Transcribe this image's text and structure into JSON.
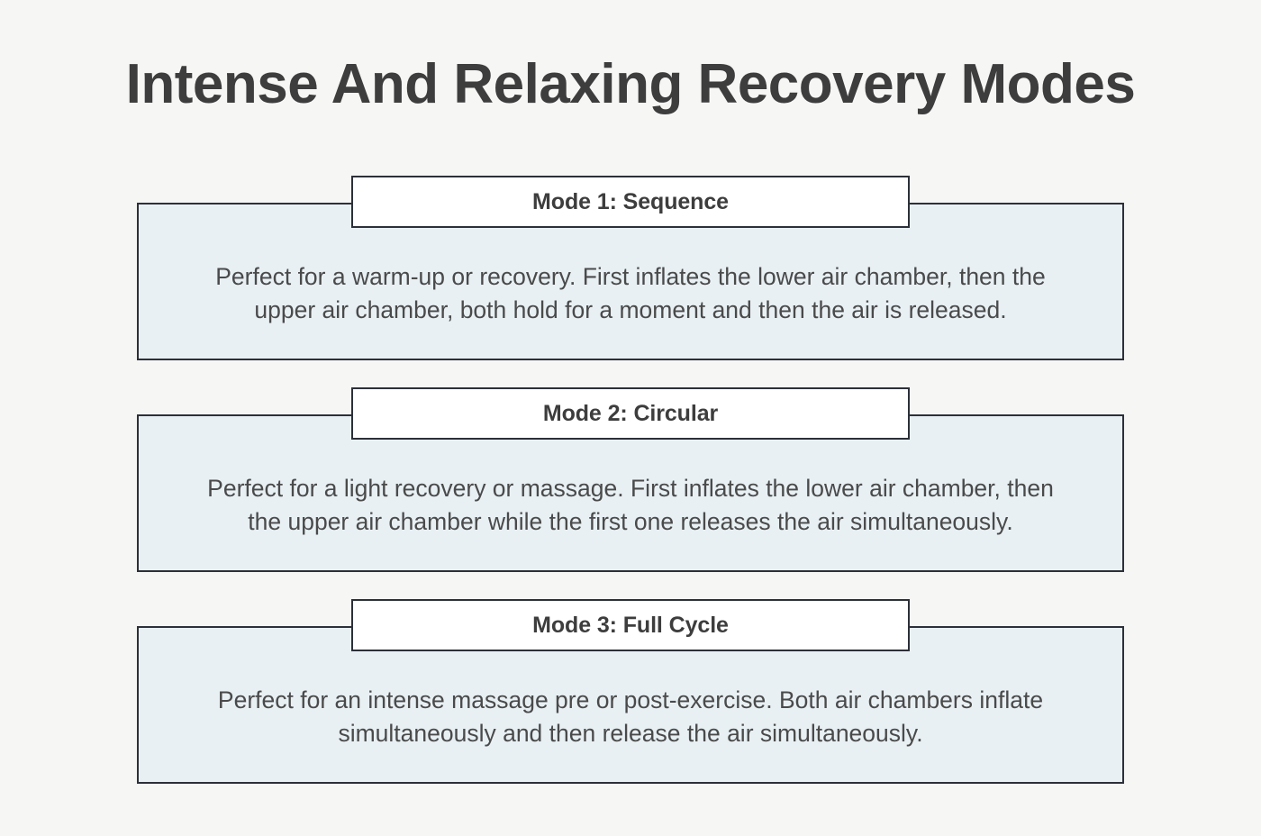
{
  "page": {
    "title": "Intense And Relaxing Recovery Modes",
    "background_color": "#f6f6f5",
    "title_color": "#3d3d3d",
    "card_body_color": "#e8f0f4",
    "card_header_color": "#ffffff",
    "border_color": "#2c3038",
    "body_text_color": "#4a4a4a"
  },
  "modes": [
    {
      "header": "Mode 1: Sequence",
      "body": "Perfect for a warm-up or recovery. First inflates the lower air chamber, then the upper air chamber, both hold for a moment and then the air is released."
    },
    {
      "header": "Mode 2: Circular",
      "body": "Perfect for a light recovery or massage. First inflates the lower air chamber, then the upper air chamber while the first one releases the air simultaneously."
    },
    {
      "header": "Mode 3: Full Cycle",
      "body": "Perfect for an intense massage pre or post-exercise. Both air chambers inflate simultaneously and then release the air simultaneously."
    }
  ]
}
